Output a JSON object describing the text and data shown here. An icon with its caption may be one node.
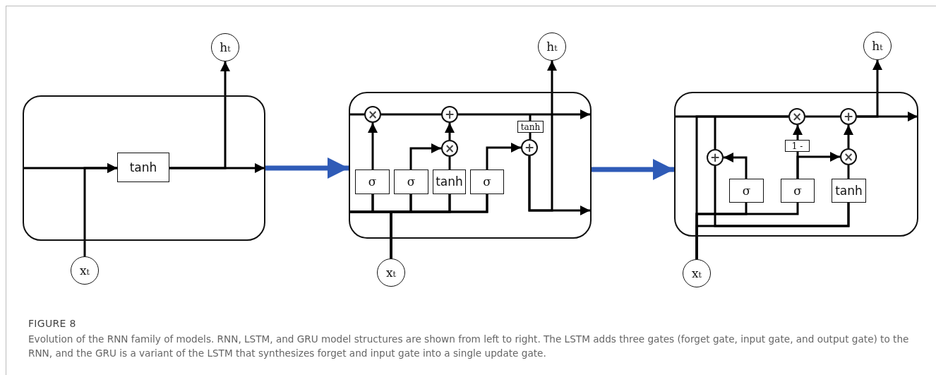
{
  "diagram": {
    "title": "FIGURE 8",
    "caption": "Evolution of the RNN family of models. RNN, LSTM, and GRU model structures are shown from left to right. The LSTM adds three gates (forget gate, input gate, and output gate) to the RNN, and the GRU is a variant of the LSTM that synthesizes forget and input gate into a single update gate.",
    "nodes": [
      {
        "text": [],
        "shape": "box"
      },
      {
        "text": [
          "h$_{t}$"
        ]
      },
      {
        "text": [
          "tanh"
        ],
        "in": 0
      },
      {
        "text": [
          "x$_{t}$"
        ]
      },
      {
        "text": [],
        "shape": "box"
      },
      {
        "text": [
          "h$_{t}$"
        ]
      },
      {
        "text": [
          "×"
        ],
        "in": 4
      },
      {
        "text": [
          "+"
        ],
        "in": 4
      },
      {
        "text": [
          "tanh"
        ],
        "in": 4
      },
      {
        "text": [
          "×"
        ],
        "in": 4
      },
      {
        "text": [
          "+"
        ],
        "in": 4
      },
      {
        "text": [
          "σ"
        ],
        "in": 4
      },
      {
        "text": [
          "σ"
        ],
        "in": 4
      },
      {
        "text": [
          "tanh"
        ],
        "in": 4
      },
      {
        "text": [
          "σ"
        ],
        "in": 4
      },
      {
        "text": [
          "x$_{t}$"
        ]
      },
      {
        "text": [],
        "shape": "box"
      },
      {
        "text": [
          "h$_{t}$"
        ]
      },
      {
        "text": [
          "×"
        ],
        "in": 16
      },
      {
        "text": [
          "+"
        ],
        "in": 16
      },
      {
        "text": [
          "+"
        ],
        "in": 16
      },
      {
        "text": [
          "1 -"
        ],
        "in": 16
      },
      {
        "text": [
          "×"
        ],
        "in": 16
      },
      {
        "text": [
          "σ"
        ],
        "in": 16
      },
      {
        "text": [
          "σ"
        ],
        "in": 16
      },
      {
        "text": [
          "tanh"
        ],
        "in": 16
      },
      {
        "text": [
          "x$_{t}$"
        ]
      }
    ],
    "edges": [
      {
        "from": null,
        "to": 2,
        "arrow": "to"
      },
      {
        "from": 3,
        "to": 2,
        "arrow": "to"
      },
      {
        "from": 2,
        "to": null,
        "arrow": "to"
      },
      {
        "from": 2,
        "to": 1,
        "arrow": "to"
      },
      {
        "from": 0,
        "to": 4,
        "arrow": "to",
        "style": "thick",
        "color": "#2f5bb7"
      },
      {
        "from": null,
        "to": 6,
        "arrow": "none"
      },
      {
        "from": 6,
        "to": 7,
        "arrow": "none"
      },
      {
        "from": 7,
        "to": null,
        "arrow": "to"
      },
      {
        "from": 11,
        "to": 6,
        "arrow": "to"
      },
      {
        "from": 12,
        "to": 9,
        "arrow": "to"
      },
      {
        "from": 13,
        "to": 9,
        "arrow": "none"
      },
      {
        "from": 9,
        "to": 7,
        "arrow": "to"
      },
      {
        "from": 14,
        "to": 10,
        "arrow": "to"
      },
      {
        "from": null,
        "to": 8,
        "arrow": "none"
      },
      {
        "from": 8,
        "to": 10,
        "arrow": "none"
      },
      {
        "from": 10,
        "to": null,
        "arrow": "to"
      },
      {
        "from": 10,
        "to": 5,
        "arrow": "to"
      },
      {
        "from": null,
        "to": 11,
        "arrow": "none"
      },
      {
        "from": null,
        "to": 12,
        "arrow": "none"
      },
      {
        "from": null,
        "to": 13,
        "arrow": "none"
      },
      {
        "from": null,
        "to": 14,
        "arrow": "none"
      },
      {
        "from": 15,
        "to": 11,
        "arrow": "none"
      },
      {
        "from": 15,
        "to": 12,
        "arrow": "none"
      },
      {
        "from": 15,
        "to": 13,
        "arrow": "none"
      },
      {
        "from": 15,
        "to": 14,
        "arrow": "none"
      },
      {
        "from": 4,
        "to": 16,
        "arrow": "to",
        "style": "thick",
        "color": "#2f5bb7"
      },
      {
        "from": null,
        "to": 18,
        "arrow": "none"
      },
      {
        "from": 18,
        "to": 19,
        "arrow": "none"
      },
      {
        "from": 19,
        "to": null,
        "arrow": "to"
      },
      {
        "from": 19,
        "to": 17,
        "arrow": "to"
      },
      {
        "from": null,
        "to": 20,
        "arrow": "none"
      },
      {
        "from": 20,
        "to": 25,
        "arrow": "none"
      },
      {
        "from": 26,
        "to": 18,
        "arrow": "none"
      },
      {
        "from": 26,
        "to": 23,
        "arrow": "none"
      },
      {
        "from": 26,
        "to": 24,
        "arrow": "none"
      },
      {
        "from": 26,
        "to": 25,
        "arrow": "none"
      },
      {
        "from": 23,
        "to": 20,
        "arrow": "to"
      },
      {
        "from": 24,
        "to": 21,
        "arrow": "none"
      },
      {
        "from": 21,
        "to": 18,
        "arrow": "to"
      },
      {
        "from": 24,
        "to": 22,
        "arrow": "to"
      },
      {
        "from": 25,
        "to": 22,
        "arrow": "none"
      },
      {
        "from": 22,
        "to": 19,
        "arrow": "to"
      }
    ]
  }
}
